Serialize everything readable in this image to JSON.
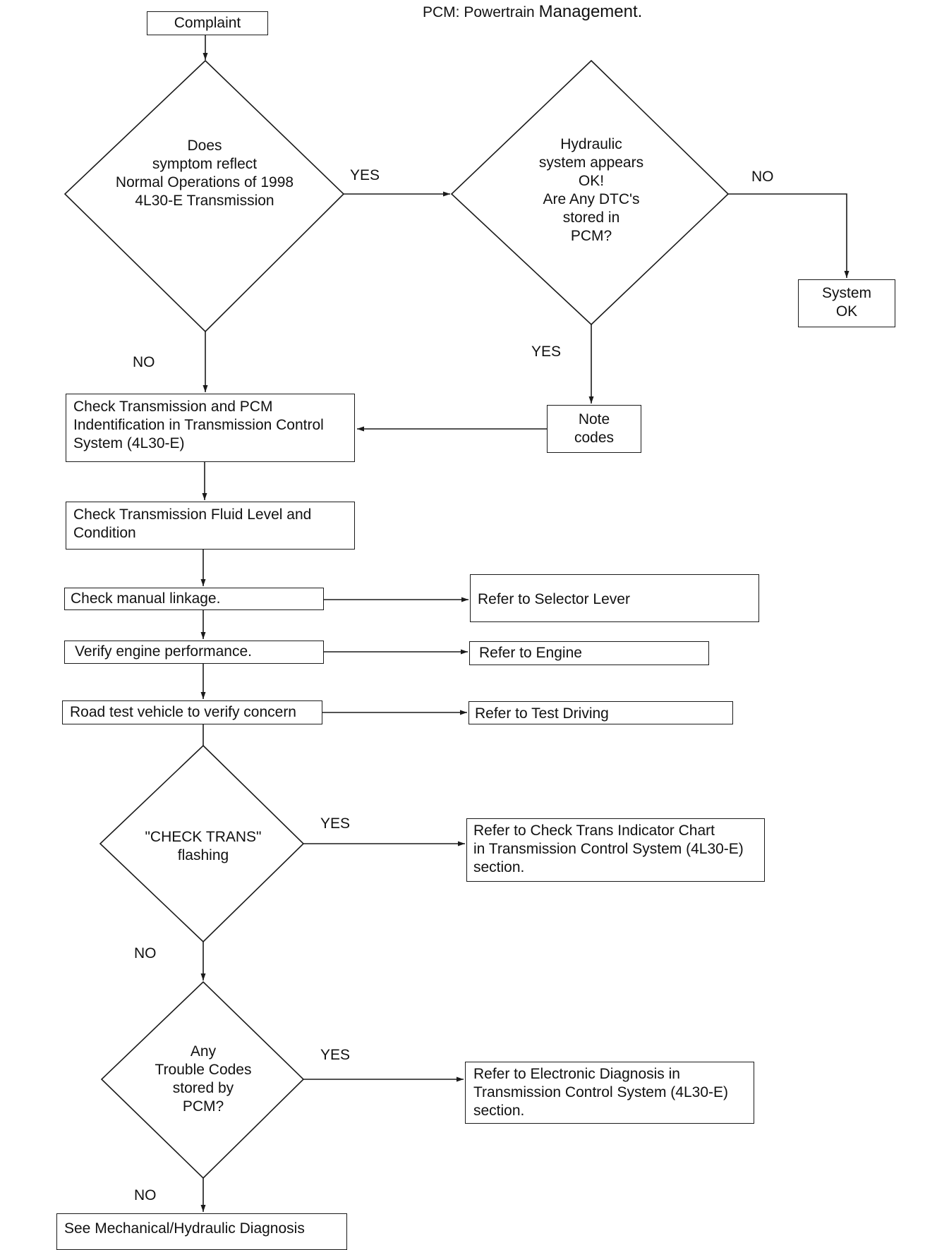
{
  "note": {
    "prefix": "PCM:",
    "small": "Powertrain",
    "big": "Management."
  },
  "nodes": {
    "complaint": "Complaint",
    "q_normal_ops": "Does\nsymptom reflect\nNormal Operations of 1998\n4L30-E Transmission",
    "q_hydraulic_dtc": "Hydraulic\nsystem appears\nOK!\nAre Any DTC's\nstored in\nPCM?",
    "system_ok": "System\nOK",
    "note_codes": "Note\ncodes",
    "check_trans_pcm_id": "Check Transmission and PCM\nIndentification in Transmission Control\nSystem (4L30-E)",
    "check_fluid": "Check Transmission Fluid Level and\nCondition",
    "check_linkage": "Check manual linkage.",
    "verify_engine": "Verify engine performance.",
    "road_test": "Road test vehicle to verify concern",
    "ref_selector_lever": "Refer to Selector Lever",
    "ref_engine": "Refer to Engine",
    "ref_test_driving": "Refer to Test Driving",
    "q_check_trans": "\"CHECK TRANS\"\nflashing",
    "ref_check_trans_chart": "Refer to Check Trans Indicator Chart\nin Transmission Control System (4L30-E)\nsection.",
    "q_trouble_codes": "Any\nTrouble Codes\nstored by\nPCM?",
    "ref_electronic_diag": "Refer to Electronic Diagnosis in\nTransmission Control System (4L30-E)\nsection.",
    "mech_hydraulic_diag": "See Mechanical/Hydraulic Diagnosis"
  },
  "edge_labels": {
    "normal_ops_yes": "YES",
    "normal_ops_no": "NO",
    "hydraulic_no": "NO",
    "hydraulic_yes": "YES",
    "check_trans_yes": "YES",
    "check_trans_no": "NO",
    "trouble_codes_yes": "YES",
    "trouble_codes_no": "NO"
  }
}
